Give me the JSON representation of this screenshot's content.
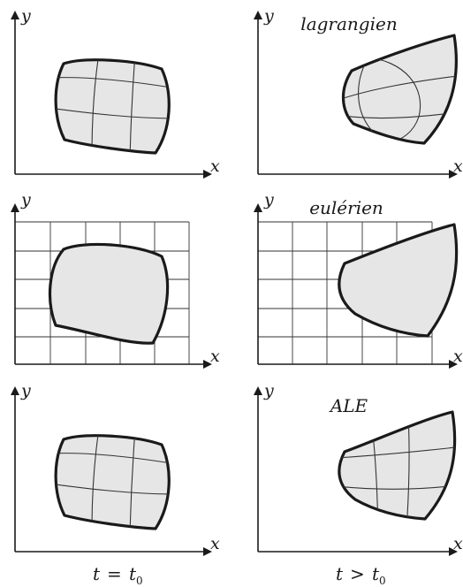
{
  "axes": {
    "x_label": "x",
    "y_label": "y"
  },
  "panels": {
    "lagrangian": {
      "title": "lagrangien"
    },
    "eulerian": {
      "title": "eulérien"
    },
    "ale": {
      "title": "ALE"
    }
  },
  "captions": {
    "left": {
      "var": "t",
      "op": "=",
      "rhs": "t",
      "sub": "0"
    },
    "right": {
      "var": "t",
      "op": ">",
      "rhs": "t",
      "sub": "0"
    }
  },
  "colors": {
    "body_fill": "#e6e6e6",
    "stroke": "#1a1a1a"
  }
}
